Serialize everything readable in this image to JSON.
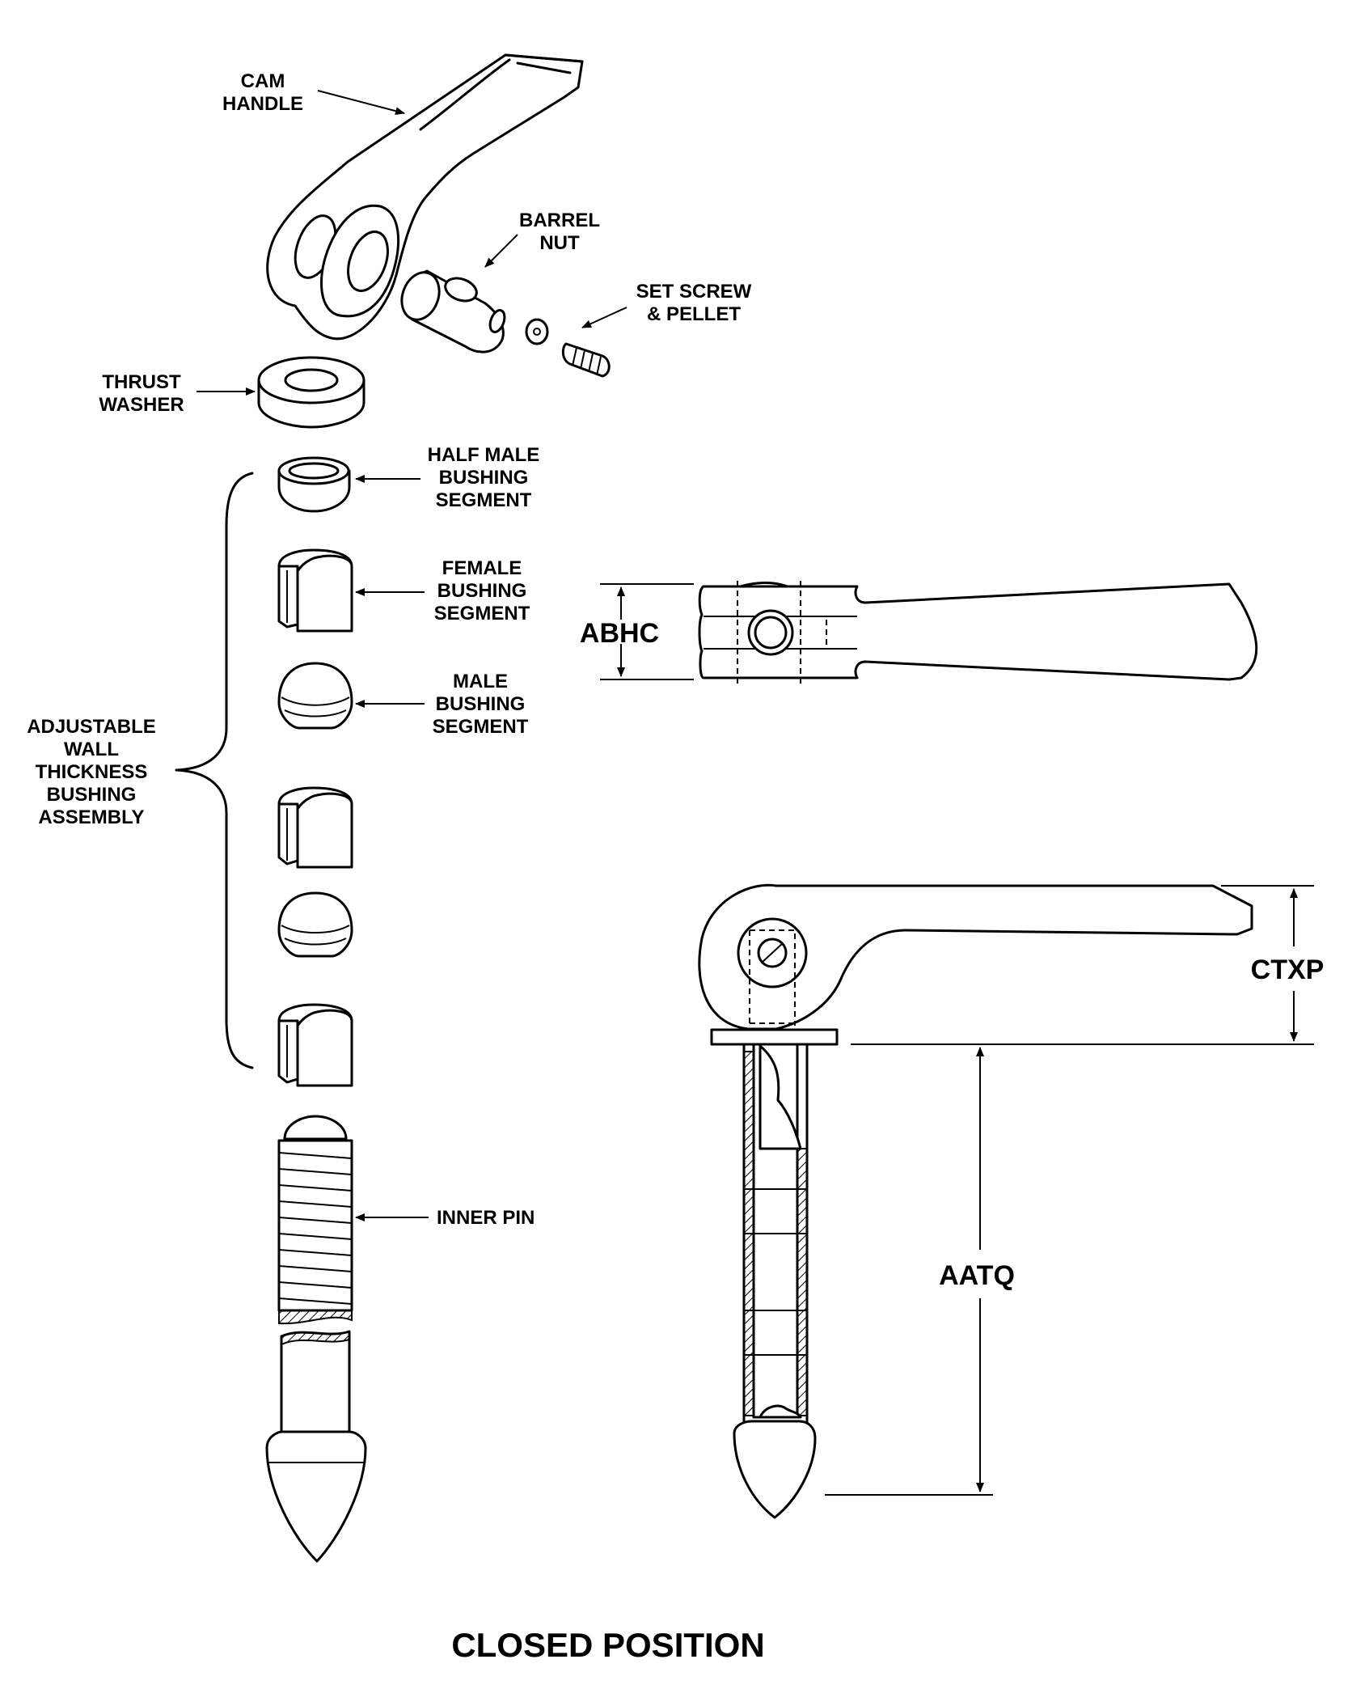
{
  "labels": {
    "cam_handle": [
      "CAM",
      "HANDLE"
    ],
    "barrel_nut": [
      "BARREL",
      "NUT"
    ],
    "set_screw": [
      "SET SCREW",
      "& PELLET"
    ],
    "thrust_washer": [
      "THRUST",
      "WASHER"
    ],
    "half_male": [
      "HALF MALE",
      "BUSHING",
      "SEGMENT"
    ],
    "female": [
      "FEMALE",
      "BUSHING",
      "SEGMENT"
    ],
    "male": [
      "MALE",
      "BUSHING",
      "SEGMENT"
    ],
    "assembly": [
      "ADJUSTABLE",
      "WALL",
      "THICKNESS",
      "BUSHING",
      "ASSEMBLY"
    ],
    "inner_pin": [
      "INNER PIN"
    ]
  },
  "dimensions": {
    "abhc": "ABHC",
    "ctxp": "CTXP",
    "aatq": "AATQ"
  },
  "caption": "CLOSED POSITION"
}
